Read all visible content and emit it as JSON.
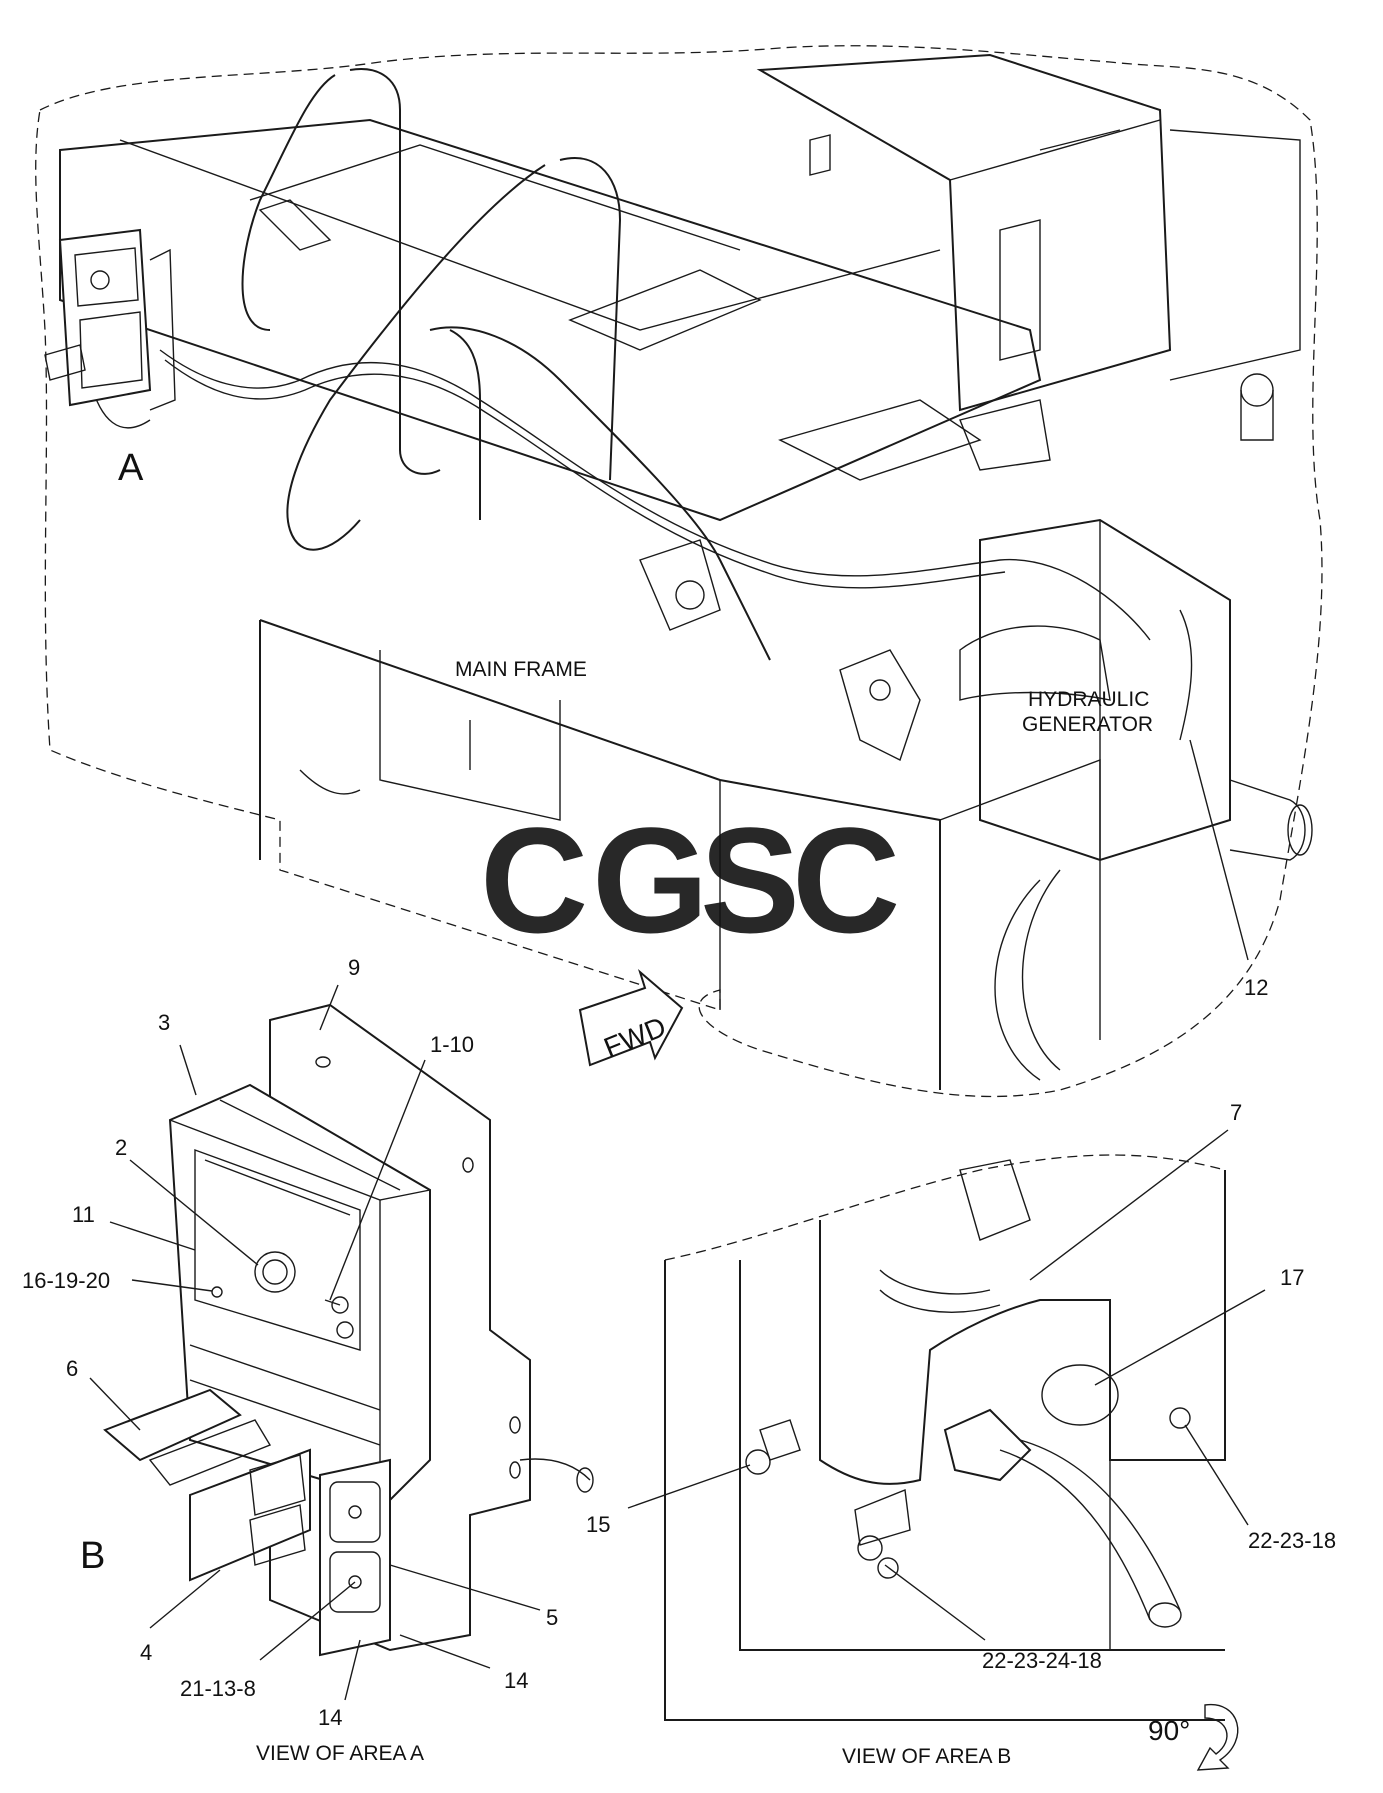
{
  "labels": {
    "main_frame": "MAIN FRAME",
    "hydraulic": "HYDRAULIC",
    "generator": "GENERATOR",
    "fwd": "FWD",
    "area_a_marker": "A",
    "area_b_marker": "B",
    "view_a": "VIEW OF AREA  A",
    "view_b": "VIEW OF AREA  B",
    "rotation": "90°"
  },
  "watermark": {
    "letters": [
      "C",
      "G",
      "S",
      "C"
    ],
    "colors": [
      "#6fa0f5",
      "#f08b86",
      "#f6d35a",
      "#7cc7a4"
    ]
  },
  "callouts": {
    "c9": "9",
    "c3": "3",
    "c1_10": "1-10",
    "c2": "2",
    "c11": "11",
    "c16_19_20": "16-19-20",
    "c6": "6",
    "c4": "4",
    "c21_13_8": "21-13-8",
    "c14a": "14",
    "c14b": "14",
    "c5": "5",
    "c12": "12",
    "c7": "7",
    "c17": "17",
    "c15": "15",
    "c22_23_18": "22-23-18",
    "c22_23_24_18": "22-23-24-18"
  }
}
